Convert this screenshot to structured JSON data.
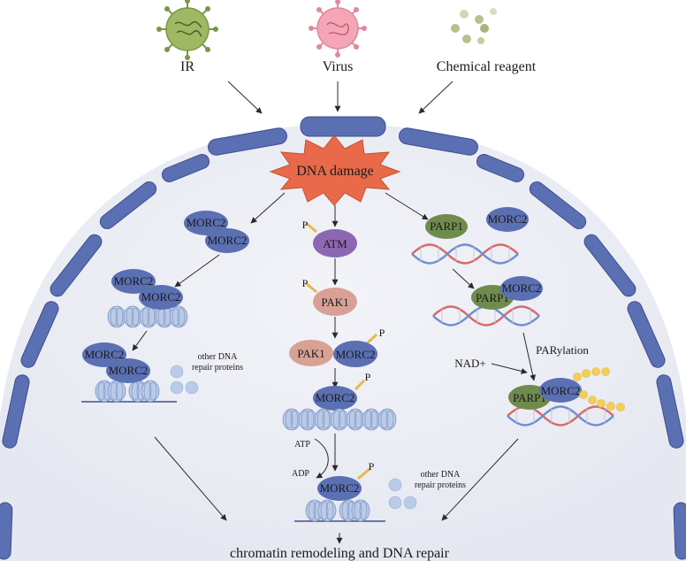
{
  "sources": {
    "ir": "IR",
    "virus": "Virus",
    "chemical": "Chemical reagent"
  },
  "center": {
    "dna_damage": "DNA damage"
  },
  "left_pathway": {
    "morc2_a": "MORC2",
    "morc2_b": "MORC2",
    "morc2_c": "MORC2",
    "morc2_d": "MORC2",
    "morc2_e": "MORC2",
    "morc2_f": "MORC2",
    "repair_proteins_line1": "other DNA",
    "repair_proteins_line2": "repair proteins"
  },
  "middle_pathway": {
    "atm": "ATM",
    "pak1_a": "PAK1",
    "pak1_b": "PAK1",
    "morc2_a": "MORC2",
    "morc2_b": "MORC2",
    "morc2_c": "MORC2",
    "phospho": "P",
    "atp": "ATP",
    "adp": "ADP",
    "repair_proteins_line1": "other DNA",
    "repair_proteins_line2": "repair proteins"
  },
  "right_pathway": {
    "parp1_a": "PARP1",
    "morc2_a": "MORC2",
    "parp1_b": "PARP1",
    "morc2_b": "MORC2",
    "nad": "NAD+",
    "parylation": "PARylation",
    "parp1_c": "PARP1",
    "morc2_c": "MORC2"
  },
  "outcome": "chromatin remodeling and DNA repair",
  "colors": {
    "morc2": "#5b6fb3",
    "atm": "#8e67b2",
    "pak1": "#d9a196",
    "parp1": "#6f8b4e",
    "burst": "#e86a4a",
    "phospho": "#f3cf55",
    "nucleus": "#eef0f7",
    "membrane": "#5b6fb3",
    "nucleosome": "#b9cbe8",
    "ir_virus": "#9fb864",
    "pink_virus": "#f4a5b6"
  }
}
